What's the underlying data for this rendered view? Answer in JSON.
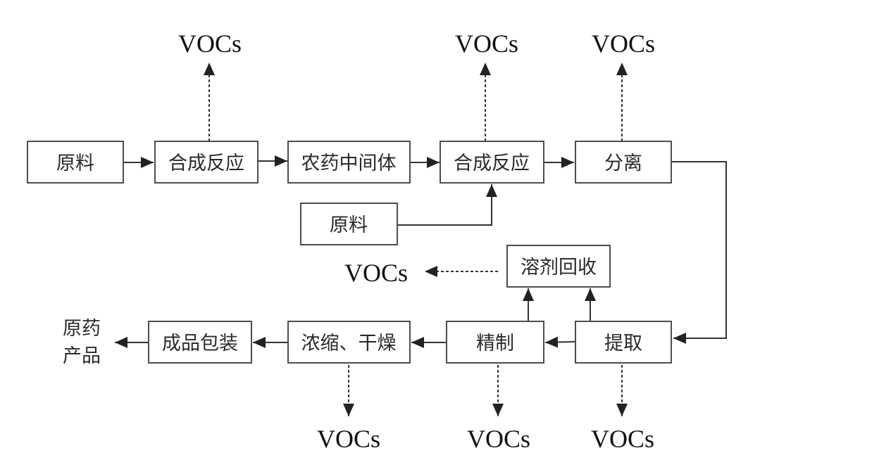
{
  "nodes": {
    "raw1": "原料",
    "syn1": "合成反应",
    "intermediate": "农药中间体",
    "syn2": "合成反应",
    "raw2": "原料",
    "separation": "分离",
    "solvent_recovery": "溶剂回收",
    "extraction": "提取",
    "refining": "精制",
    "concentrate_dry": "浓缩、干燥",
    "packaging": "成品包装"
  },
  "product_label": [
    "原药",
    "产品"
  ],
  "emission_label": "VOCs",
  "emissions": [
    "syn1",
    "syn2",
    "separation",
    "solvent_recovery",
    "concentrate_dry",
    "refining",
    "extraction"
  ],
  "edges": [
    {
      "from": "raw1",
      "to": "syn1",
      "style": "solid"
    },
    {
      "from": "syn1",
      "to": "intermediate",
      "style": "solid"
    },
    {
      "from": "intermediate",
      "to": "syn2",
      "style": "solid"
    },
    {
      "from": "raw2",
      "to": "syn2",
      "style": "solid"
    },
    {
      "from": "syn2",
      "to": "separation",
      "style": "solid"
    },
    {
      "from": "separation",
      "to": "extraction",
      "style": "solid"
    },
    {
      "from": "extraction",
      "to": "refining",
      "style": "solid"
    },
    {
      "from": "extraction",
      "to": "solvent_recovery",
      "style": "solid"
    },
    {
      "from": "refining",
      "to": "solvent_recovery",
      "style": "solid"
    },
    {
      "from": "refining",
      "to": "concentrate_dry",
      "style": "solid"
    },
    {
      "from": "concentrate_dry",
      "to": "packaging",
      "style": "solid"
    },
    {
      "from": "packaging",
      "to": "product",
      "style": "solid"
    }
  ]
}
